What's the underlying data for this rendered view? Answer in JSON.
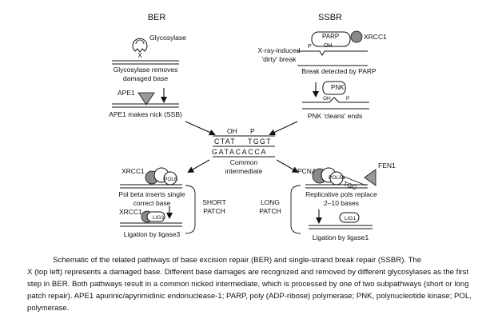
{
  "headers": {
    "ber": "BER",
    "ssbr": "SSBR"
  },
  "ber_steps": {
    "glycosylase_label": "Glycosylase",
    "x_mark": "X",
    "removes_label_1": "Glycosylase removes",
    "removes_label_2": "damaged base",
    "ape1_label": "APE1",
    "nick_label": "APE1 makes nick (SSB)"
  },
  "ssbr_steps": {
    "parp_label": "PARP",
    "xrcc1_label": "XRCC1",
    "oh_label": "OH",
    "p_label": "P",
    "xray_label_1": "X-ray-induced",
    "xray_label_2": "'dirty' break",
    "detected_label": "Break detected by PARP",
    "pnk_label": "PNK",
    "pnk_oh": "OH",
    "pnk_p": "P",
    "cleans_label": "PNK 'cleans' ends"
  },
  "common": {
    "oh": "OH",
    "p": "P",
    "top_strand_left": "CTAT",
    "top_strand_right": "TGGT",
    "bottom_strand": "GATACACCA",
    "label_1": "Common",
    "label_2": "intermediate"
  },
  "short_patch": {
    "xrcc1": "XRCC1",
    "polb": "POLB",
    "insert_1": "Pol beta inserts single",
    "insert_2": "correct base",
    "xrcc1_b": "XRCC1",
    "lig3": "LIG3",
    "ligation": "Ligation by ligase3",
    "patch_1": "SHORT",
    "patch_2": "PATCH"
  },
  "long_patch": {
    "patch_1": "LONG",
    "patch_2": "PATCH",
    "pcna": "PCNA",
    "pol": "POLδ/ε",
    "fen1": "FEN1",
    "flap": "TGG",
    "replace_1": "Replicative pols replace",
    "replace_2": "2–10 bases",
    "lig1": "LIG1",
    "ligation": "Ligation by ligase1"
  },
  "caption": {
    "line1": "Schematic of the related pathways of base excision repair (BER) and single-strand break repair (SSBR). The",
    "rest": "X (top left) represents a damaged base. Different base damages are recognized and removed by different glycosylases as the first step in BER. Both pathways result in a common nicked intermediate, which is processed by one of two subpathways (short or long patch repair). APE1 apurinic/apyrimidinic endonuclease-1; PARP, poly (ADP-ribose) polymerase; PNK, polynucleotide kinase; POL, polymerase."
  },
  "colors": {
    "ink": "#111111",
    "protein_fill": "#ffffff",
    "dark_protein": "#8a8a8a",
    "ape1_fill": "#9a9a9a"
  }
}
